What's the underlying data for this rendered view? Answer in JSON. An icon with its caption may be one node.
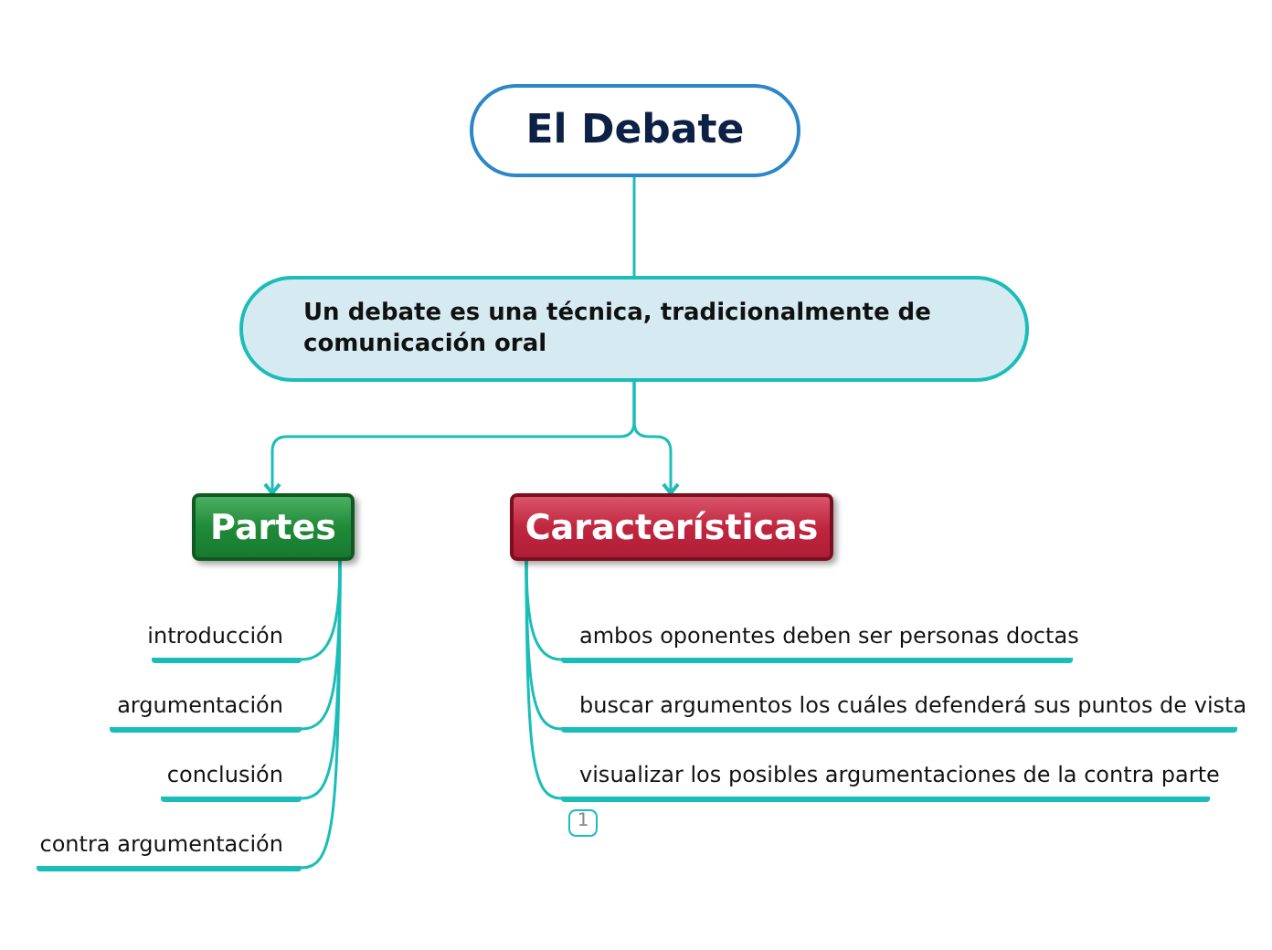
{
  "diagram": {
    "nodes": [
      {
        "text": [
          "El Debate"
        ]
      },
      {
        "text": [
          "Un debate es una técnica, tradicionalmente de comunicación oral"
        ]
      },
      {
        "text": [
          "Partes"
        ]
      },
      {
        "text": [
          "Características"
        ]
      },
      {
        "text": [
          "introducción"
        ]
      },
      {
        "text": [
          "argumentación"
        ]
      },
      {
        "text": [
          "conclusión"
        ]
      },
      {
        "text": [
          "contra argumentación"
        ]
      },
      {
        "text": [
          "ambos oponentes deben ser personas doctas"
        ]
      },
      {
        "text": [
          "buscar argumentos los cuáles defenderá sus puntos de vista"
        ]
      },
      {
        "text": [
          "visualizar los posibles argumentaciones de la contra parte"
        ],
        "beside": [
          "1"
        ]
      }
    ],
    "edges": [
      {
        "from": 0,
        "to": 1,
        "arrow": "none"
      },
      {
        "from": 1,
        "to": 2,
        "arrow": "to"
      },
      {
        "from": 1,
        "to": 3,
        "arrow": "to"
      },
      {
        "from": 2,
        "to": 4,
        "arrow": "none"
      },
      {
        "from": 2,
        "to": 5,
        "arrow": "none"
      },
      {
        "from": 2,
        "to": 6,
        "arrow": "none"
      },
      {
        "from": 2,
        "to": 7,
        "arrow": "none"
      },
      {
        "from": 3,
        "to": 8,
        "arrow": "none"
      },
      {
        "from": 3,
        "to": 9,
        "arrow": "none"
      },
      {
        "from": 3,
        "to": 10,
        "arrow": "none"
      }
    ]
  }
}
